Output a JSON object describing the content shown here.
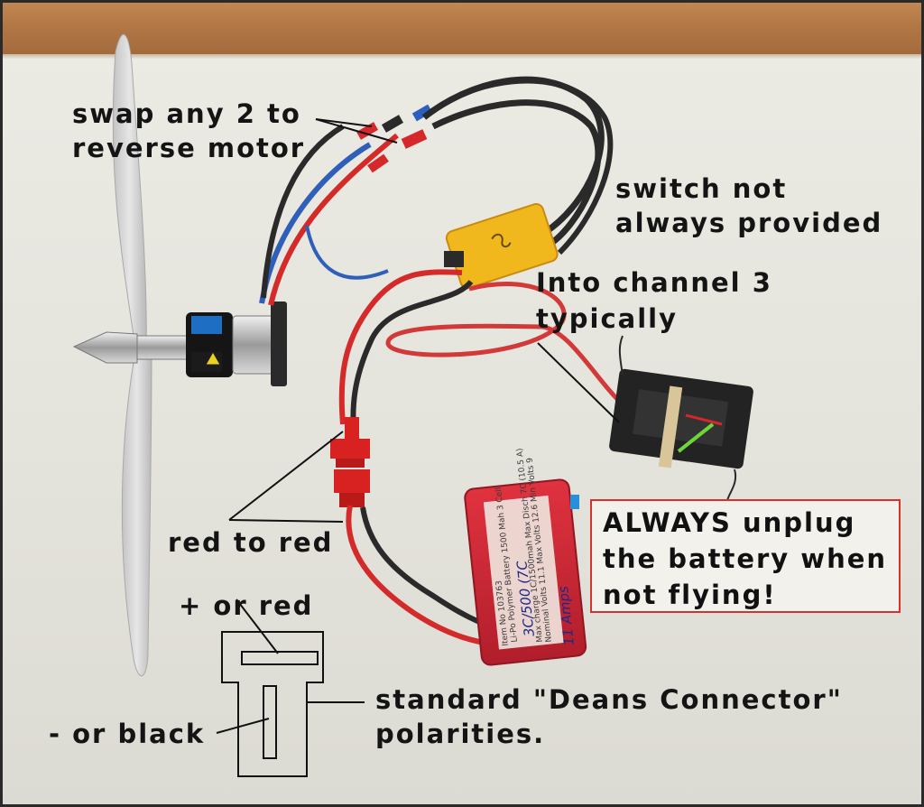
{
  "annotations": {
    "reverse_motor": [
      "swap any 2 to",
      "reverse motor"
    ],
    "switch": [
      "switch not",
      "always provided"
    ],
    "channel": [
      "Into channel 3",
      "typically"
    ],
    "red_to_red": "red to red",
    "plus_red": "+ or red",
    "minus_black": "- or black",
    "deans": [
      "standard \"Deans Connector\"",
      "polarities."
    ],
    "warning": [
      "ALWAYS unplug",
      "the battery when",
      "not flying!"
    ]
  },
  "battery_label": {
    "handwritten_1": "3C/500 (7C",
    "handwritten_2": "11 Amps",
    "printed_1": "Item No 103763",
    "printed_2": "Li-Po Polymer Battery 1500 Mah 3 Cell",
    "printed_3": "Max charge 1C/1500mah Max Disch 7C (10.5 A)",
    "printed_4": "Nominal Volts 11.1 Max Volts 12.6 Min Volts 9"
  },
  "colors": {
    "warning_border": "#d8302a",
    "esc_yellow": "#f0b81c",
    "battery_red": "#d8283a",
    "wire_red": "#d42a2a",
    "wire_black": "#2a2a2a",
    "wire_blue": "#2f5fb8",
    "motor_blue": "#1e6fc4",
    "wood": "#b27745"
  }
}
